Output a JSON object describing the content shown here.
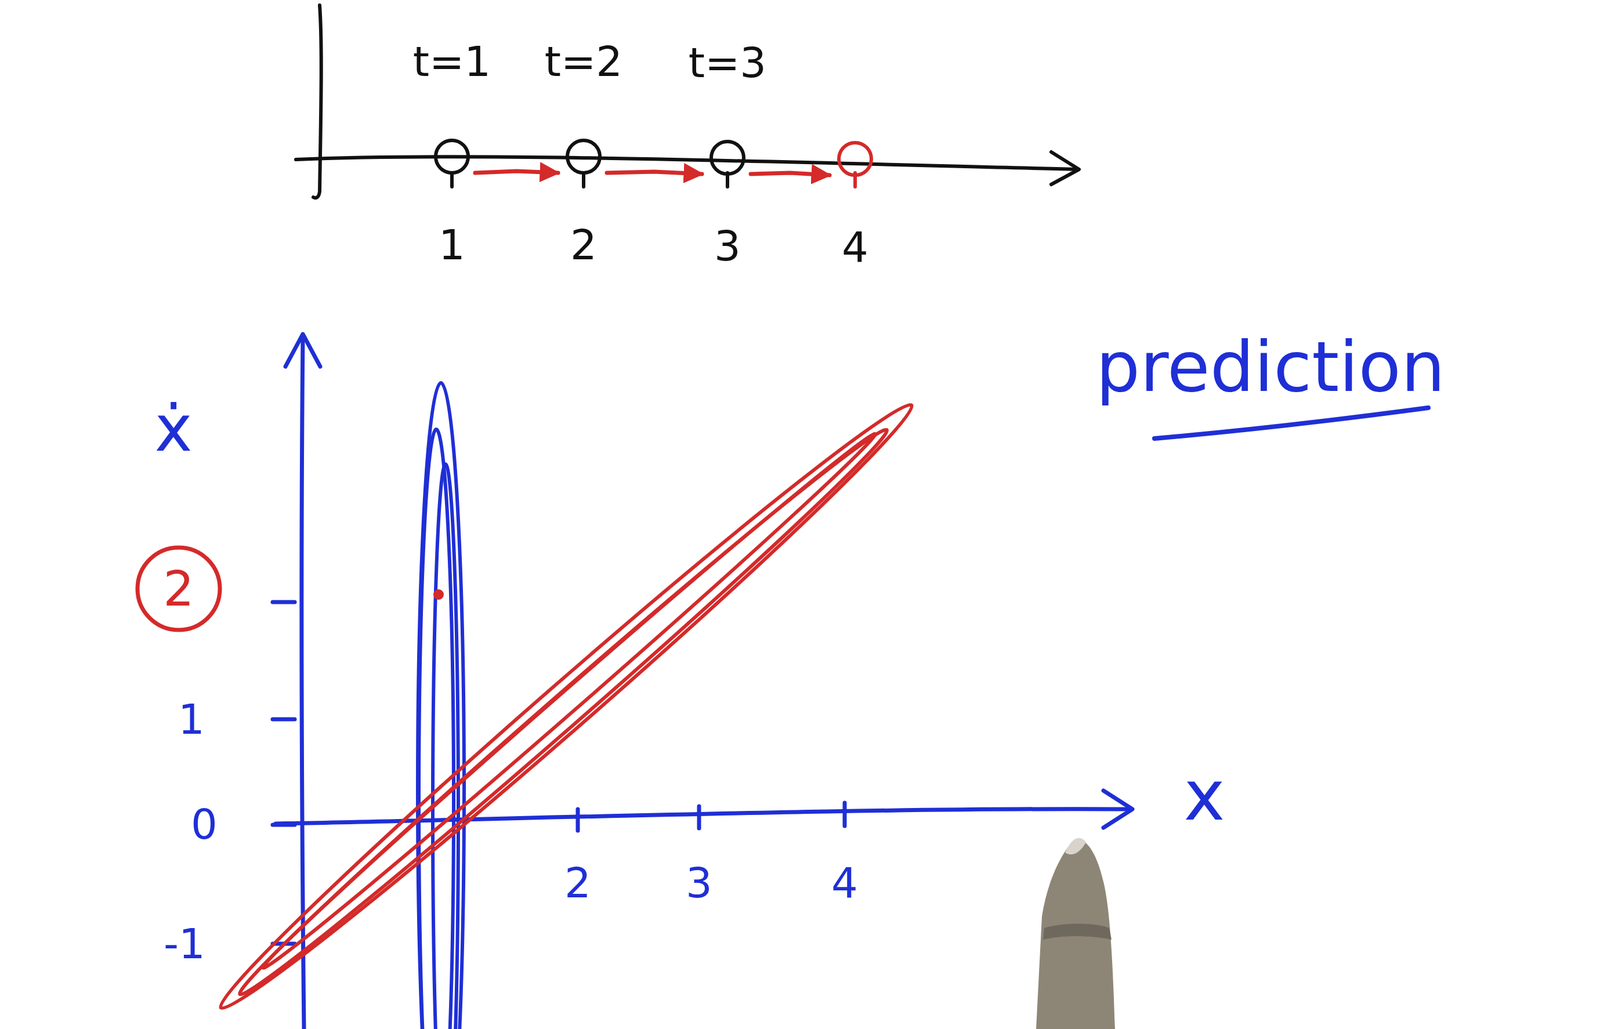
{
  "diagram": {
    "nodes": [
      {
        "text": [
          "t=1",
          "1"
        ]
      },
      {
        "text": [
          "t=2",
          "2"
        ]
      },
      {
        "text": [
          "t=3",
          "3"
        ]
      },
      {
        "text": [
          "4"
        ]
      },
      {
        "text": [
          "2"
        ]
      }
    ],
    "edges": [
      {
        "from": 0,
        "to": 1,
        "arrow": "to"
      },
      {
        "from": 1,
        "to": 2,
        "arrow": "to"
      },
      {
        "from": 2,
        "to": 3,
        "arrow": "to"
      }
    ],
    "labels": [
      "ẋ",
      "1",
      "0",
      "-1",
      "2",
      "3",
      "4",
      "x",
      "prediction"
    ]
  }
}
